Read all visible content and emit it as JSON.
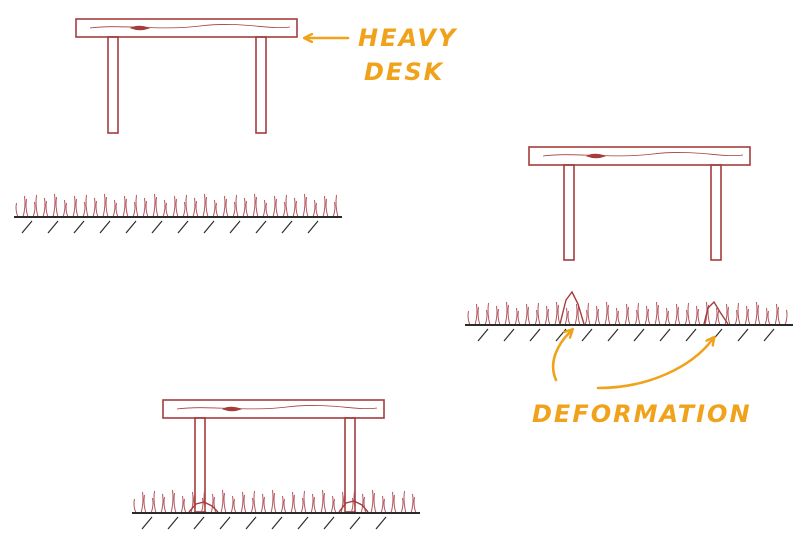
{
  "labels": {
    "heavy": "Heavy",
    "desk": "Desk",
    "deformation": "Deformation"
  },
  "colors": {
    "wood": "#a63c3c",
    "ground": "#2b2b2b",
    "annotation": "#f0a21b",
    "background": "#ffffff"
  },
  "scenes": [
    {
      "name": "desk-above-grass",
      "deformation": false
    },
    {
      "name": "desk-lifted-over-deformed-grass",
      "deformation": true
    },
    {
      "name": "desk-resting-on-grass",
      "deformation": true
    }
  ]
}
